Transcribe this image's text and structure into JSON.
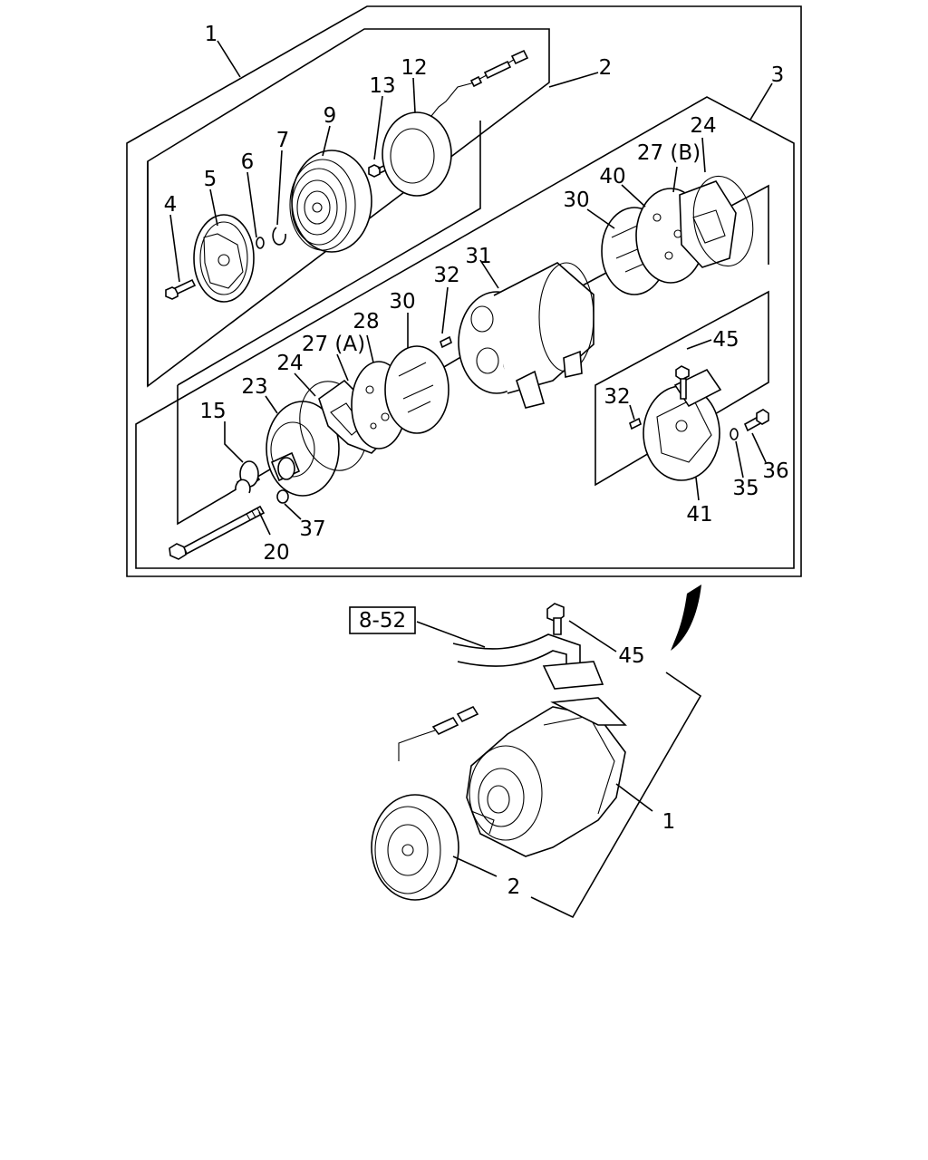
{
  "diagram": {
    "ref_box_label": "8-52",
    "labels": {
      "p1": "1",
      "p2": "2",
      "p3": "3",
      "p4": "4",
      "p5": "5",
      "p6": "6",
      "p7": "7",
      "p9": "9",
      "p12": "12",
      "p13": "13",
      "p15": "15",
      "p20": "20",
      "p23": "23",
      "p24a": "24",
      "p24b": "24",
      "p27a": "27 (A)",
      "p27b": "27 (B)",
      "p28": "28",
      "p30a": "30",
      "p30b": "30",
      "p31": "31",
      "p32a": "32",
      "p32b": "32",
      "p35": "35",
      "p36": "36",
      "p37": "37",
      "p40": "40",
      "p41": "41",
      "p45a": "45",
      "p45b": "45",
      "p1b": "1",
      "p2b": "2"
    }
  }
}
